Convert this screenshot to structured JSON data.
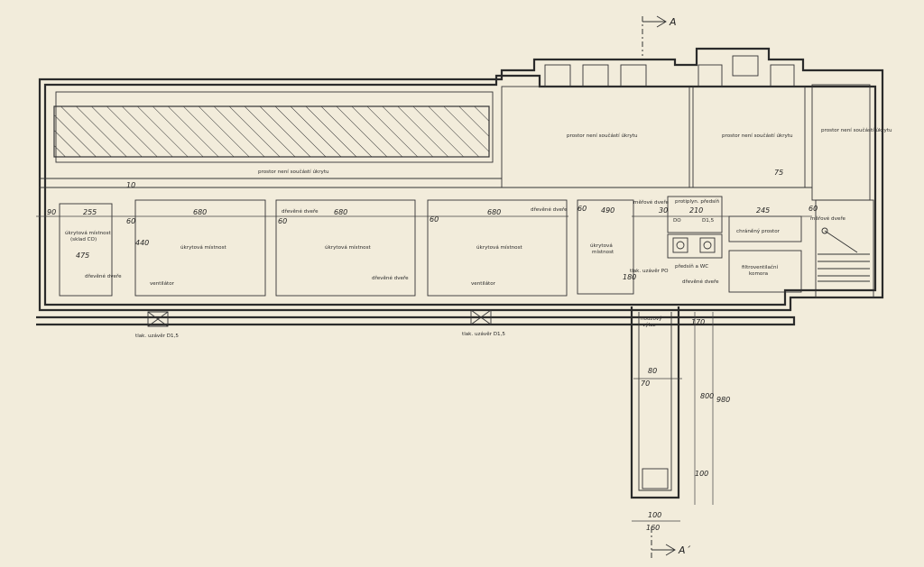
{
  "section_marks": {
    "top": "A",
    "bottom": "A´"
  },
  "rooms": {
    "excluded_top": "prostor není součástí úkrytu",
    "excluded_mid": "prostor není součástí úkrytu",
    "excluded_right": "prostor není součástí úkrytu",
    "excluded_corridor": "prostor není součástí úkrytu",
    "shelter_storage_l1": "úkrytová místnost",
    "shelter_storage_l2": "(sklad CO)",
    "shelter_1": "úkrytová místnost",
    "shelter_2": "úkrytová místnost",
    "shelter_3": "úkrytová místnost",
    "shelter_4_l1": "úkrytová",
    "shelter_4_l2": "místnost",
    "protected_space": "chráněný prostor",
    "filter_l1": "filtroventilační",
    "filter_l2": "komora",
    "emergency_l1": "nouzový",
    "emergency_l2": "výlaz",
    "dry_wc": "předsíň a WC",
    "pressure_l1": "protiplyn. předsíň",
    "pressure_do": "DO",
    "pressure_d15": "D1,5"
  },
  "annotations": {
    "wooden_doors": "dřevěné dveře",
    "measuring_doors": "měřové dveře",
    "ventilator": "ventilátor",
    "pressure_lock": "tlak. uzávěr D1,5",
    "pressure_lock_po": "tlak. uzávěr PO"
  },
  "dimensions": {
    "d90": "90",
    "d255": "255",
    "d680a": "680",
    "d680b": "680",
    "d680c": "680",
    "d60a": "60",
    "d60b": "60",
    "d60c": "60",
    "d60d": "60",
    "d60e": "60",
    "d490": "490",
    "d210": "210",
    "d245": "245",
    "d30": "30",
    "d440": "440",
    "d475": "475",
    "d10": "10",
    "d180": "180",
    "d80": "80",
    "d70": "70",
    "d800": "800",
    "d980": "980",
    "d100": "100",
    "d160": "160",
    "d75": "75",
    "d170": "170",
    "d100b": "100"
  }
}
